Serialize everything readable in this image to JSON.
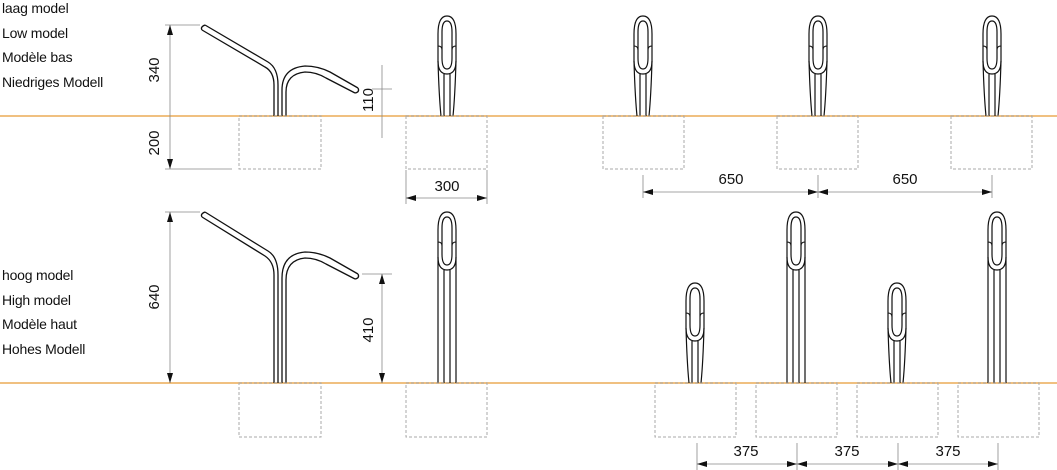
{
  "low_model": {
    "labels": [
      "laag model",
      "Low model",
      "Modèle bas",
      "Niedriges  Modell"
    ],
    "dimensions": {
      "height_total": "340",
      "height_end": "110",
      "foundation_depth": "200",
      "foundation_width": "300",
      "spacing_1": "650",
      "spacing_2": "650"
    }
  },
  "high_model": {
    "labels": [
      "hoog model",
      "High model",
      "Modèle haut",
      "Hohes Modell"
    ],
    "dimensions": {
      "height_total": "640",
      "height_end": "410",
      "spacing_1": "375",
      "spacing_2": "375",
      "spacing_3": "375"
    }
  },
  "colors": {
    "ground_line": "#F0C080",
    "foundation": "#AAAAAA",
    "dimension_line": "#888888",
    "tube": "#111111"
  }
}
